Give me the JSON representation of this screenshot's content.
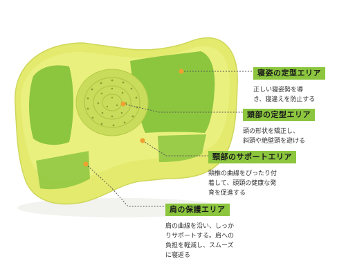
{
  "colors": {
    "pillow_outer": "#e3ea6e",
    "pillow_inner": "#d6e064",
    "panel_green": "#8cc63f",
    "center_disk": "#c4d957",
    "tag_bg": "#8cc63f",
    "marker": "#f0a030",
    "leader_line": "#555555"
  },
  "callouts": [
    {
      "id": "sleep-posture",
      "label": "寝姿の定型エリア",
      "description": "正しい寝姿勢を導\nき、寝違えを防止する"
    },
    {
      "id": "head",
      "label": "頭部の定型エリア",
      "description": "頭の形状を矯正し、\n斜頭や絶壁頭を避ける"
    },
    {
      "id": "neck-support",
      "label": "頸部のサポートエリア",
      "description": "頸椎の曲線をぴったり付\n着して、頭頸の健康な発\n育を促進する"
    },
    {
      "id": "shoulder",
      "label": "肩の保護エリア",
      "description": "肩の曲線を沿い、しっか\nりサポートする。肩への\n負担を軽減し、スムーズ\nに寝返る"
    }
  ]
}
